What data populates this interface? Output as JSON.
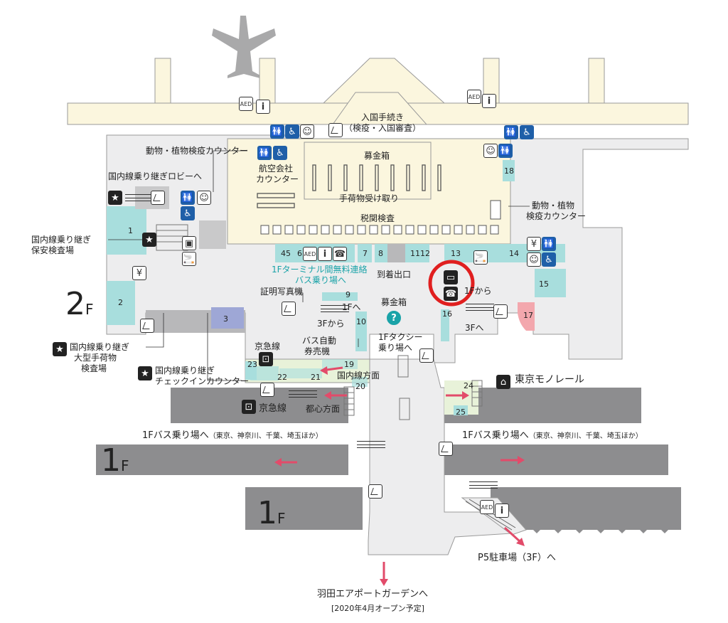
{
  "floors": {
    "f2": "2",
    "f1a": "1",
    "f1b": "1",
    "suffix": "F"
  },
  "labels": {
    "immigration": "入国手続き",
    "immigration_sub": "（検疫・入国審査）",
    "donation_top": "募金箱",
    "baggage": "手荷物受け取り",
    "customs": "税関検査",
    "quarantine_left": "動物・植物検疫カウンター",
    "quarantine_right_1": "動物・植物",
    "quarantine_right_2": "検疫カウンター",
    "airline_1": "航空会社",
    "airline_2": "カウンター",
    "domestic_lobby": "国内線乗り継ぎロビーへ",
    "domestic_security_1": "国内線乗り継ぎ",
    "domestic_security_2": "保安検査場",
    "bus_link_1": "1Fターミナル間無料連絡",
    "bus_link_2": "バス乗り場へ",
    "photo_booth": "証明写真機",
    "exit": "到着出口",
    "donation_mid": "募金箱",
    "from_1f": "1Fから",
    "to_1f": "1Fへ",
    "from_3f_a": "3Fから",
    "to_3f": "3Fへ",
    "taxi_1": "1Fタクシー",
    "taxi_2": "乗り場へ",
    "ticket_1": "バス自動",
    "ticket_2": "券売機",
    "keikyu_top": "京急線",
    "keikyu_bottom": "京急線",
    "domestic_dir": "国内線方面",
    "city_dir": "都心方面",
    "monorail": "東京モノレール",
    "oversize_1": "国内線乗り継ぎ",
    "oversize_2": "大型手荷物",
    "oversize_3": "検査場",
    "checkin_1": "国内線乗り継ぎ",
    "checkin_2": "チェックインカウンター",
    "bus_left": "1Fバス乗り場へ",
    "bus_left_sub": "（東京、神奈川、千葉、埼玉ほか）",
    "bus_right": "1Fバス乗り場へ",
    "bus_right_sub": "（東京、神奈川、千葉、埼玉ほか）",
    "parking": "P5駐車場（3F）へ",
    "garden_1": "羽田エアポートガーデンへ",
    "garden_2": "[2020年4月オープン予定]"
  },
  "shop_numbers": [
    "1",
    "2",
    "3",
    "45",
    "6",
    "7",
    "8",
    "11",
    "12",
    "13",
    "14",
    "15",
    "16",
    "17",
    "18",
    "19",
    "20",
    "21",
    "22",
    "23",
    "24",
    "25",
    "9",
    "10"
  ],
  "icons": {
    "aed": "AED",
    "info": "i",
    "toilet": "🚻",
    "wheelchair": "♿",
    "smoke": "🚬",
    "phone": "☎",
    "help": "?"
  },
  "colors": {
    "corridor": "#ededee",
    "gray_dark": "#8d8d8f",
    "cream": "#fbf6de",
    "teal": "#a8dedd",
    "teal_text": "#1aa3a8",
    "blue_block": "#9ea7d6",
    "pink": "#f3a7ad",
    "red_ring": "#e01f1f",
    "arrow": "#e24b6a",
    "icon_blue": "#1f5fa8"
  }
}
